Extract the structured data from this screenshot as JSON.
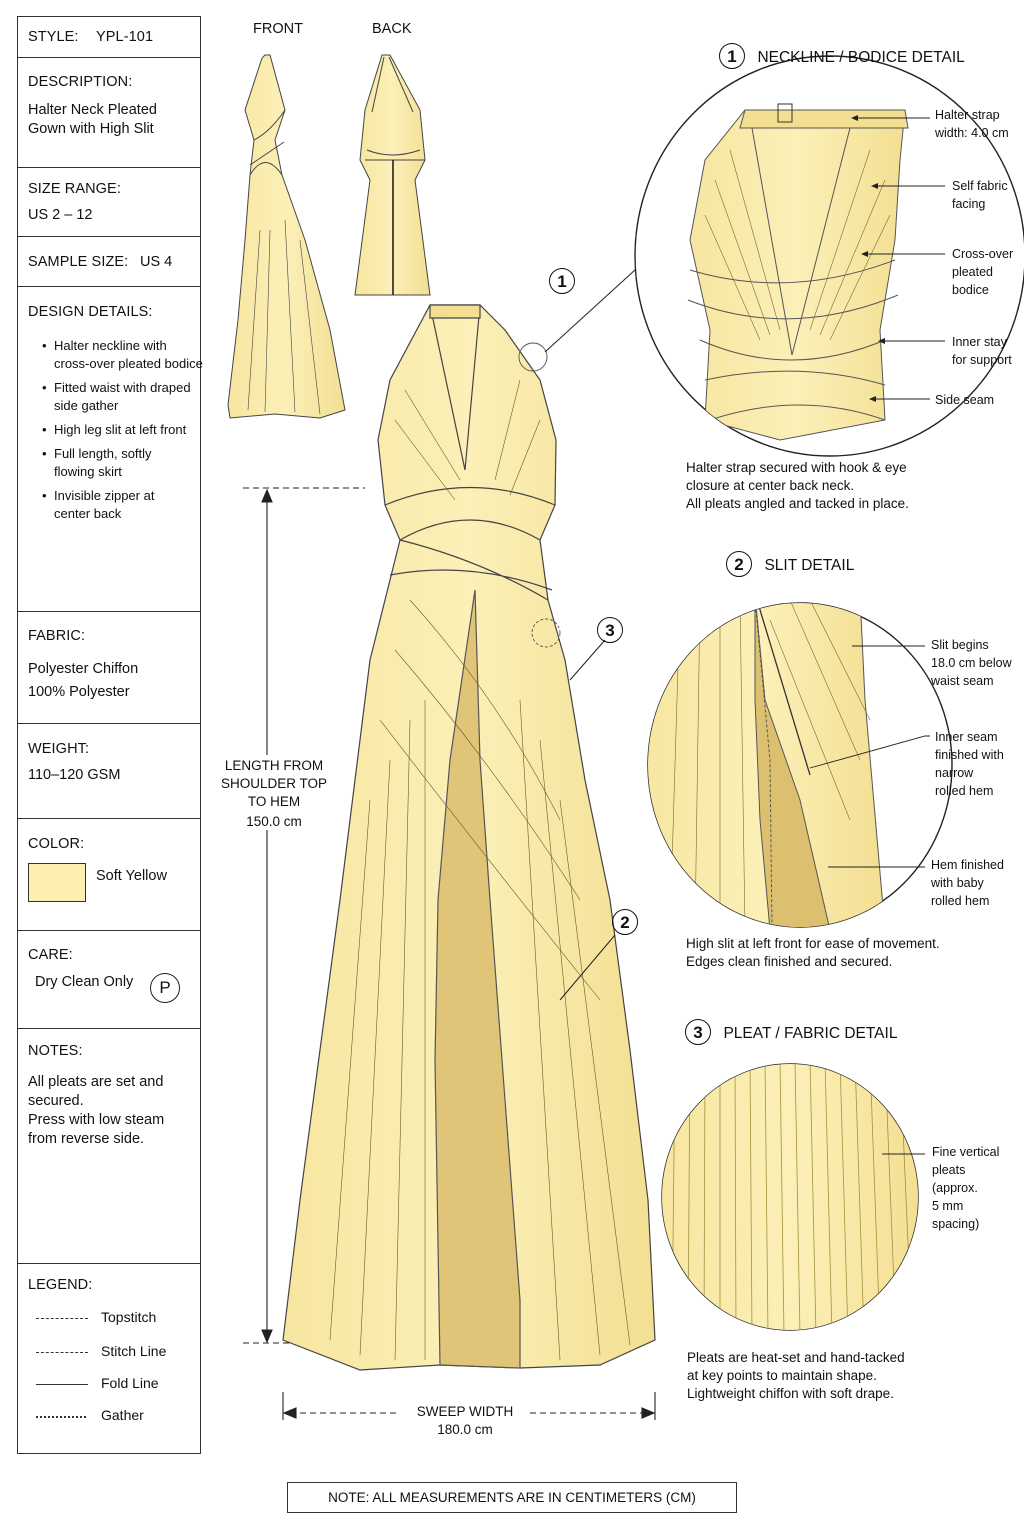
{
  "spec": {
    "style_label": "STYLE:",
    "style_value": "YPL-101",
    "description_label": "DESCRIPTION:",
    "description_value": [
      "Halter Neck Pleated",
      "Gown with High Slit"
    ],
    "size_range_label": "SIZE RANGE:",
    "size_range_value": "US 2 – 12",
    "sample_size_label": "SAMPLE SIZE:",
    "sample_size_value": "US 4",
    "design_details_label": "DESIGN DETAILS:",
    "design_details": [
      [
        "Halter neckline with",
        "cross-over pleated bodice"
      ],
      [
        "Fitted waist with draped",
        "side gather"
      ],
      [
        "High leg slit at left front"
      ],
      [
        "Full length, softly",
        "flowing skirt"
      ],
      [
        "Invisible zipper at",
        "center back"
      ]
    ],
    "fabric_label": "FABRIC:",
    "fabric_value": [
      "Polyester Chiffon",
      "100% Polyester"
    ],
    "weight_label": "WEIGHT:",
    "weight_value": "110–120 GSM",
    "color_label": "COLOR:",
    "color_name": "Soft Yellow",
    "color_hex": "#fcefb0",
    "care_label": "CARE:",
    "care_value": "Dry Clean Only",
    "care_symbol": "P",
    "notes_label": "NOTES:",
    "notes": [
      [
        "All pleats are set and",
        "secured."
      ],
      [
        "Press with low steam",
        "from reverse side."
      ]
    ],
    "legend_label": "LEGEND:",
    "legend": [
      "Topstitch",
      "Stitch Line",
      "Fold Line",
      "Gather"
    ]
  },
  "views": {
    "front": "FRONT",
    "back": "BACK"
  },
  "measurements": {
    "length_label": [
      "LENGTH FROM",
      "SHOULDER TOP",
      "TO HEM"
    ],
    "length_value": "150.0 cm",
    "sweep_label": "SWEEP WIDTH",
    "sweep_value": "180.0 cm"
  },
  "markers": {
    "one": "1",
    "two": "2",
    "three": "3"
  },
  "detail_neckline": {
    "number": "1",
    "title": "NECKLINE / BODICE DETAIL",
    "callouts": [
      [
        "Halter strap",
        "width: 4.0 cm"
      ],
      [
        "Self fabric",
        "facing"
      ],
      [
        "Cross-over",
        "pleated",
        "bodice"
      ],
      [
        "Inner stay",
        "for support"
      ],
      [
        "Side seam"
      ]
    ],
    "note": [
      "Halter strap secured with hook & eye",
      "closure at center back neck.",
      "All pleats angled and tacked in place."
    ]
  },
  "detail_slit": {
    "number": "2",
    "title": "SLIT DETAIL",
    "callouts": [
      [
        "Slit begins",
        "18.0 cm below",
        "waist seam"
      ],
      [
        "Inner seam",
        "finished with",
        "narrow",
        "rolled hem"
      ],
      [
        "Hem finished",
        "with baby",
        "rolled hem"
      ]
    ],
    "note": [
      "High slit at left front for ease of movement.",
      "Edges clean finished and secured."
    ]
  },
  "detail_pleat": {
    "number": "3",
    "title": "PLEAT / FABRIC DETAIL",
    "callouts": [
      [
        "Fine vertical",
        "pleats",
        "(approx.",
        "5 mm",
        "spacing)"
      ]
    ],
    "note": [
      "Pleats are heat-set and hand-tacked",
      "at key points to maintain shape.",
      "Lightweight chiffon with soft drape."
    ]
  },
  "footer": "NOTE: ALL MEASUREMENTS ARE IN CENTIMETERS (CM)"
}
